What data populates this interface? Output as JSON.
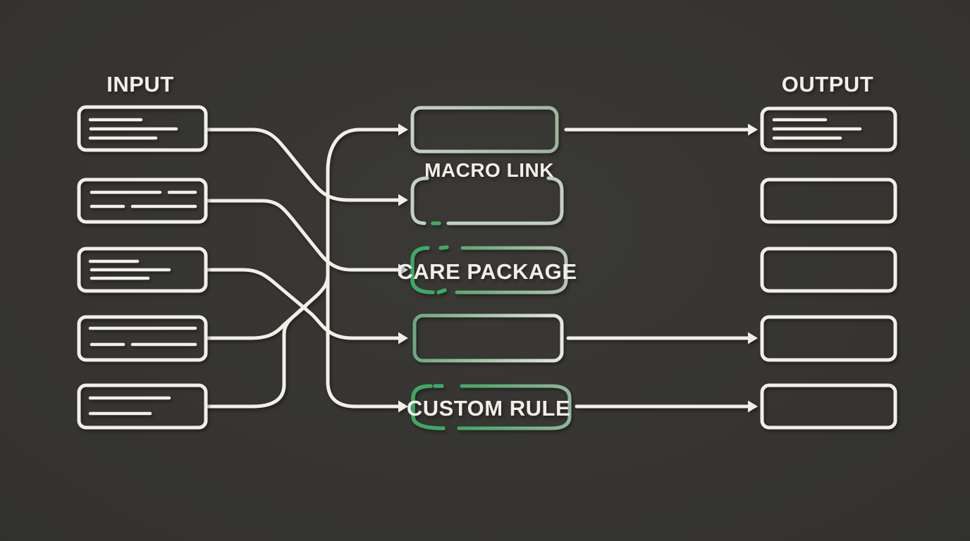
{
  "diagram": {
    "input_column": {
      "label": "INPUT"
    },
    "output_column": {
      "label": "OUTPUT"
    },
    "middle_nodes": [
      {
        "label": ""
      },
      {
        "label": "MACRO LINK"
      },
      {
        "label": "CARE PACKAGE"
      },
      {
        "label": ""
      },
      {
        "label": "CUSTOM RULE"
      }
    ],
    "connections": [
      "input-1 -> middle-2",
      "input-2 -> middle-3",
      "input-3 -> middle-4",
      "input-4 -> middle-1",
      "input-5 -> middle-1 (merges with input-4 wire)",
      "central-bus -> middle-5",
      "middle-1 -> output-1",
      "middle-4 -> output-4",
      "middle-5 -> output-5"
    ],
    "colors": {
      "background": "#333330",
      "line": "#f2efe9",
      "green_accent": "#3fa864",
      "sage_accent": "#a9bfab"
    }
  }
}
